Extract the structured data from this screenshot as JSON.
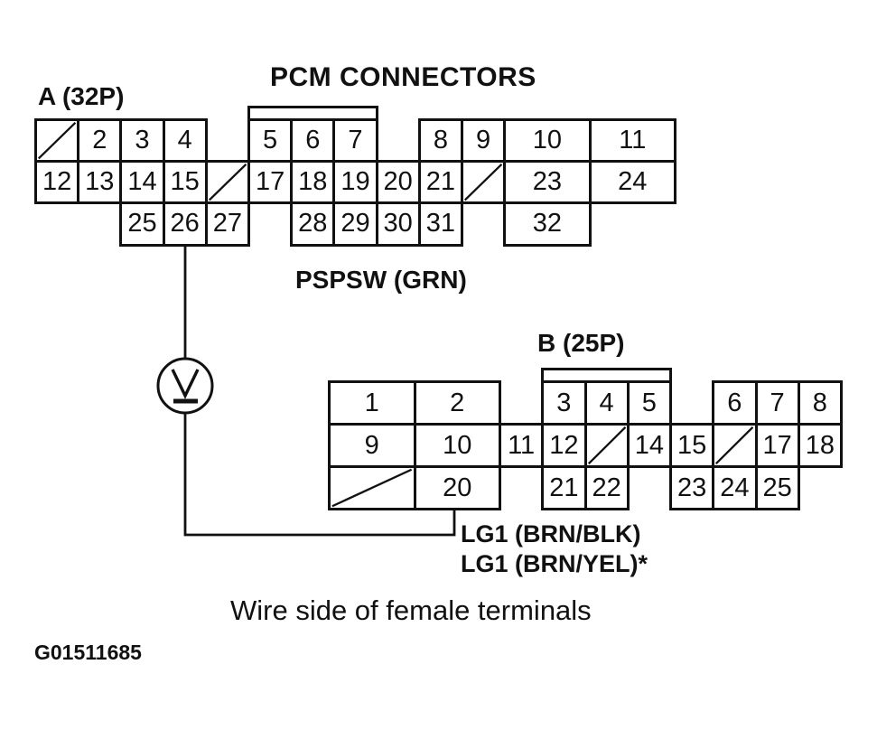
{
  "title": "PCM CONNECTORS",
  "caption": "Wire side of female terminals",
  "figure_code": "G01511685",
  "ink_color": "#111111",
  "meter": {
    "type": "voltmeter",
    "symbol": "V"
  },
  "connectors": {
    "a": {
      "label": "A (32P)",
      "signal_label": "PSPSW (GRN)",
      "test_pin": "26",
      "tab": {
        "col": 5,
        "span": 3
      },
      "cells": [
        {
          "r": 0,
          "c": 0,
          "diag": true
        },
        {
          "r": 0,
          "c": 1,
          "label": "2"
        },
        {
          "r": 0,
          "c": 2,
          "label": "3"
        },
        {
          "r": 0,
          "c": 3,
          "label": "4"
        },
        {
          "r": 0,
          "c": 5,
          "label": "5"
        },
        {
          "r": 0,
          "c": 6,
          "label": "6"
        },
        {
          "r": 0,
          "c": 7,
          "label": "7"
        },
        {
          "r": 0,
          "c": 9,
          "label": "8"
        },
        {
          "r": 0,
          "c": 10,
          "label": "9"
        },
        {
          "r": 0,
          "c": 11,
          "w": 2,
          "label": "10"
        },
        {
          "r": 0,
          "c": 13,
          "w": 2,
          "label": "11"
        },
        {
          "r": 1,
          "c": 0,
          "label": "12"
        },
        {
          "r": 1,
          "c": 1,
          "label": "13"
        },
        {
          "r": 1,
          "c": 2,
          "label": "14"
        },
        {
          "r": 1,
          "c": 3,
          "label": "15"
        },
        {
          "r": 1,
          "c": 4,
          "diag": true
        },
        {
          "r": 1,
          "c": 5,
          "label": "17"
        },
        {
          "r": 1,
          "c": 6,
          "label": "18"
        },
        {
          "r": 1,
          "c": 7,
          "label": "19"
        },
        {
          "r": 1,
          "c": 8,
          "label": "20"
        },
        {
          "r": 1,
          "c": 9,
          "label": "21"
        },
        {
          "r": 1,
          "c": 10,
          "diag": true
        },
        {
          "r": 1,
          "c": 11,
          "w": 2,
          "label": "23"
        },
        {
          "r": 1,
          "c": 13,
          "w": 2,
          "label": "24"
        },
        {
          "r": 2,
          "c": 2,
          "label": "25"
        },
        {
          "r": 2,
          "c": 3,
          "label": "26"
        },
        {
          "r": 2,
          "c": 4,
          "label": "27"
        },
        {
          "r": 2,
          "c": 6,
          "label": "28"
        },
        {
          "r": 2,
          "c": 7,
          "label": "29"
        },
        {
          "r": 2,
          "c": 8,
          "label": "30"
        },
        {
          "r": 2,
          "c": 9,
          "label": "31"
        },
        {
          "r": 2,
          "c": 11,
          "w": 2,
          "label": "32"
        }
      ]
    },
    "b": {
      "label": "B (25P)",
      "signal_labels": [
        "LG1 (BRN/BLK)",
        "LG1 (BRN/YEL)*"
      ],
      "test_pin": "20",
      "tab": {
        "col": 5,
        "span": 3
      },
      "cells": [
        {
          "r": 0,
          "c": 0,
          "w": 2,
          "label": "1"
        },
        {
          "r": 0,
          "c": 2,
          "w": 2,
          "label": "2"
        },
        {
          "r": 0,
          "c": 5,
          "label": "3"
        },
        {
          "r": 0,
          "c": 6,
          "label": "4"
        },
        {
          "r": 0,
          "c": 7,
          "label": "5"
        },
        {
          "r": 0,
          "c": 9,
          "label": "6"
        },
        {
          "r": 0,
          "c": 10,
          "label": "7"
        },
        {
          "r": 0,
          "c": 11,
          "label": "8"
        },
        {
          "r": 1,
          "c": 0,
          "w": 2,
          "label": "9"
        },
        {
          "r": 1,
          "c": 2,
          "w": 2,
          "label": "10"
        },
        {
          "r": 1,
          "c": 4,
          "label": "11"
        },
        {
          "r": 1,
          "c": 5,
          "label": "12"
        },
        {
          "r": 1,
          "c": 6,
          "diag": true
        },
        {
          "r": 1,
          "c": 7,
          "label": "14"
        },
        {
          "r": 1,
          "c": 8,
          "label": "15"
        },
        {
          "r": 1,
          "c": 9,
          "diag": true
        },
        {
          "r": 1,
          "c": 10,
          "label": "17"
        },
        {
          "r": 1,
          "c": 11,
          "label": "18"
        },
        {
          "r": 2,
          "c": 0,
          "w": 2,
          "diag": true
        },
        {
          "r": 2,
          "c": 2,
          "w": 2,
          "label": "20"
        },
        {
          "r": 2,
          "c": 5,
          "label": "21"
        },
        {
          "r": 2,
          "c": 6,
          "label": "22"
        },
        {
          "r": 2,
          "c": 8,
          "label": "23"
        },
        {
          "r": 2,
          "c": 9,
          "label": "24"
        },
        {
          "r": 2,
          "c": 10,
          "label": "25"
        }
      ]
    }
  }
}
